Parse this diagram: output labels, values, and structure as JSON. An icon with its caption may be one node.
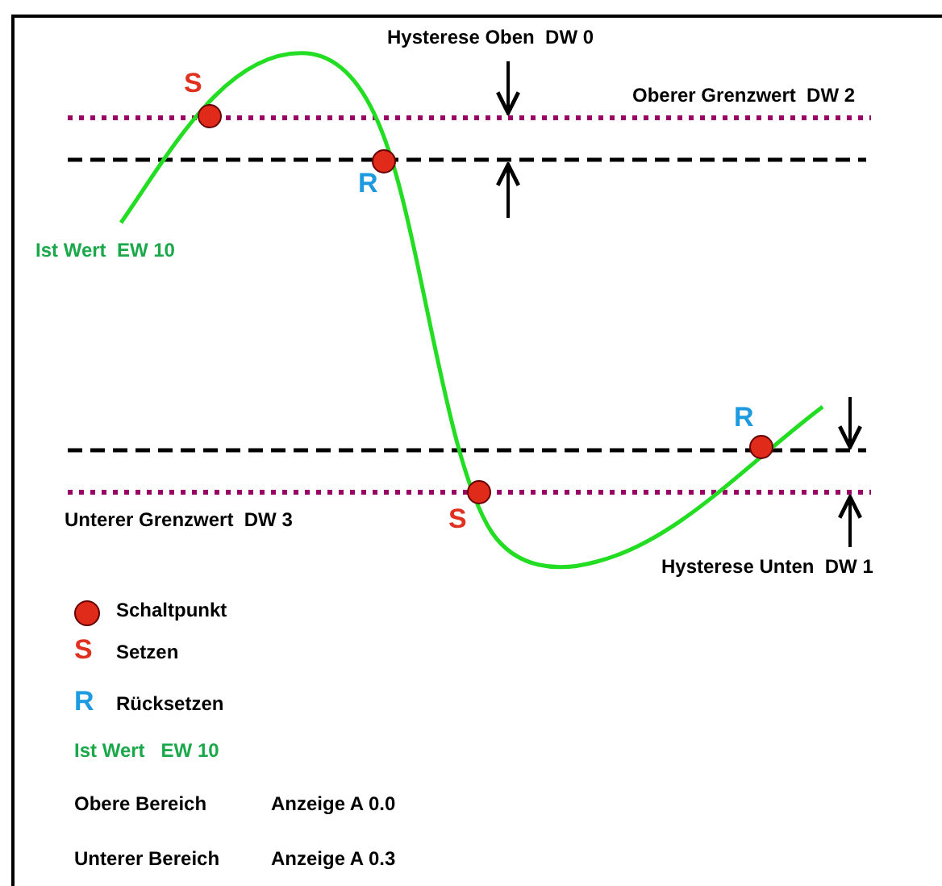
{
  "diagram": {
    "labels": [
      "Hysterese Oben  DW 0",
      "S",
      "Oberer Grenzwert  DW 2",
      "R",
      "Ist Wert  EW 10",
      "R",
      "Unterer Grenzwert  DW 3",
      "S",
      "Hysterese Unten  DW 1",
      "S",
      "R",
      "Ist Wert   EW 10",
      "Obere Bereich",
      "Anzeige A 0.0",
      "Unterer Bereich",
      "Anzeige A 0.3"
    ],
    "legend": [
      {
        "text": "Schaltpunkt"
      },
      {
        "text": "Setzen"
      },
      {
        "text": "Rücksetzen"
      }
    ]
  }
}
